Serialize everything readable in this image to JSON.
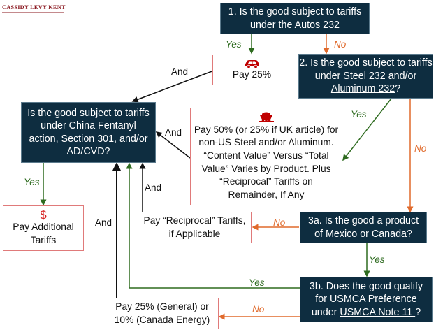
{
  "logo": {
    "text": "CASSIDY LEVY KENT"
  },
  "colors": {
    "dark_box": "#0e2d40",
    "outcome_border": "#e07a7a",
    "yes": "#2e6b1f",
    "no": "#e06a2c",
    "and": "#111111",
    "icon_red": "#c00000"
  },
  "questions": {
    "q1": {
      "pre": "1. Is the good subject to tariffs under the ",
      "link": "Autos 232",
      "post": ""
    },
    "q2": {
      "pre": "2. Is the good subject to tariffs under ",
      "link1": "Steel 232",
      "mid": " and/or ",
      "link2": "Aluminum 232",
      "post": "?"
    },
    "china": {
      "text": "Is the good subject to tariffs under China Fentanyl action, Section 301, and/or AD/CVD?"
    },
    "q3a": {
      "text": "3a. Is the good a product of Mexico or Canada?"
    },
    "q3b": {
      "pre": "3b. Does the good qualify for USMCA Preference under ",
      "link": "USMCA Note 11 ",
      "post": "?"
    }
  },
  "outcomes": {
    "autos": {
      "icon": "car-icon",
      "text": "Pay 25%"
    },
    "steel": {
      "icon": "mine-cart-icon",
      "text": "Pay 50% (or 25% if UK article) for non-US Steel and/or Aluminum. “Content Value” Versus “Total Value” Varies by Product. Plus “Reciprocal” Tariffs on Remainder, If Any"
    },
    "additional": {
      "icon": "dollar-icon",
      "icon_glyph": "$",
      "text": "Pay Additional Tariffs"
    },
    "reciprocal": {
      "text": "Pay “Reciprocal” Tariffs, if Applicable"
    },
    "usmca_no": {
      "text": "Pay 25% (General) or 10% (Canada Energy)"
    }
  },
  "edge_labels": {
    "q1_yes": "Yes",
    "q1_no": "No",
    "q2_yes": "Yes",
    "q2_no": "No",
    "china_yes": "Yes",
    "q3a_no": "No",
    "q3a_yes": "Yes",
    "q3b_yes": "Yes",
    "q3b_no": "No",
    "and_autos": "And",
    "and_steel": "And",
    "and_reciprocal": "And",
    "and_usmca": "And"
  }
}
